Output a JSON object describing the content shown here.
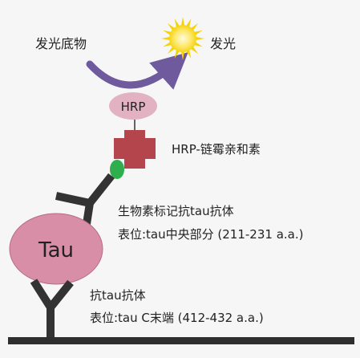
{
  "substrate_label": "发光底物",
  "product_label": "发光",
  "hrp_label": "HRP",
  "conjugate_label": "HRP-链霉亲和素",
  "detection_antibody": {
    "title": "生物素标记抗tau抗体",
    "epitope": "表位:tau中央部分 (211-231 a.a.)"
  },
  "antigen_label": "Tau",
  "capture_antibody": {
    "title": "抗tau抗体",
    "epitope": "表位:tau C末端 (412-432 a.a.)"
  },
  "colors": {
    "background": "#f6f6f6",
    "antibody": "#333333",
    "plate": "#2e2e2e",
    "arrow": "#6e5a9c",
    "hrp": "#e2b1c2",
    "streptavidin": "#b5454c",
    "biotin": "#2fae4e",
    "tau": "#d98ea7",
    "sun": "#f7d200"
  }
}
